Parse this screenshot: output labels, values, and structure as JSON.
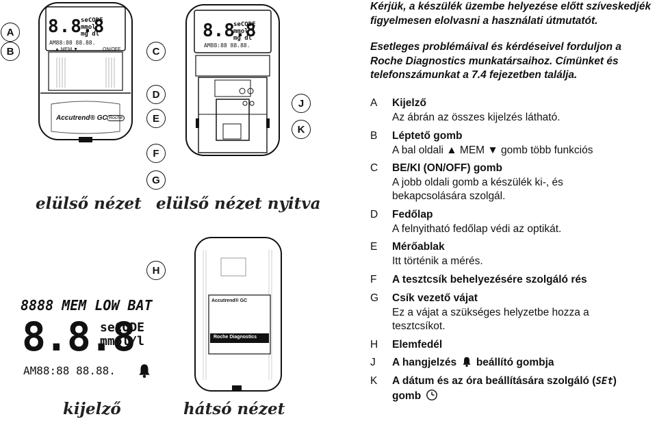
{
  "labels": {
    "A": "A",
    "B": "B",
    "C": "C",
    "D": "D",
    "E": "E",
    "F": "F",
    "G": "G",
    "H": "H",
    "J": "J",
    "K": "K"
  },
  "captions": {
    "front": "elülső nézet",
    "front_open": "elülső nézet nyitva",
    "display": "kijelző",
    "back": "hátsó nézet"
  },
  "device": {
    "lcd_digits": "8.8.8",
    "lcd_code": "seCODE",
    "lcd_unit1": "mmol l",
    "lcd_unit2": "mg dl",
    "lcd_time": "AM88:88 88.88.",
    "btn_mem": "▲ MEM ▼",
    "btn_onoff": "ON/OFF",
    "brand": "Accutrend® GC",
    "roche": "Roche"
  },
  "display_detail": {
    "top": "8888 MEM LOW BAT",
    "code": "seCODE",
    "digits": "8.8.8",
    "unit": "mmol/l",
    "time": "AM88:88 88.88."
  },
  "back_labels": {
    "label1": "Accutrend® GC",
    "label2": "Roche Diagnostics"
  },
  "intro": {
    "p1": "Kérjük, a készülék üzembe helyezése előtt szíveskedjék figyelmesen elolvasni a használati útmutatót.",
    "p2": "Esetleges problémáival és kérdéseivel forduljon a Roche Diagnostics munkatársaihoz. Címünket és telefonszámunkat a 7.4 fejezetben találja."
  },
  "items": [
    {
      "letter": "A",
      "title": "Kijelző",
      "desc": "Az ábrán az összes kijelzés látható."
    },
    {
      "letter": "B",
      "title": "Léptető gomb",
      "desc": "A bal oldali ▲ MEM ▼ gomb több funkciós"
    },
    {
      "letter": "C",
      "title": "BE/KI (ON/OFF) gomb",
      "desc": "A jobb oldali gomb a készülék ki-, és bekapcsolására szolgál."
    },
    {
      "letter": "D",
      "title": "Fedőlap",
      "desc": "A felnyitható fedőlap védi az optikát."
    },
    {
      "letter": "E",
      "title": "Mérőablak",
      "desc": "Itt történik a mérés."
    },
    {
      "letter": "F",
      "title": "A tesztcsík behelyezésére szolgáló rés",
      "desc": ""
    },
    {
      "letter": "G",
      "title": "Csík vezető vájat",
      "desc": "Ez a vájat a szükséges helyzetbe hozza a tesztcsíkot."
    },
    {
      "letter": "H",
      "title": "Elemfedél",
      "desc": ""
    },
    {
      "letter": "J",
      "title_a": "A hangjelzés",
      "title_b": "beállító gombja",
      "desc": ""
    },
    {
      "letter": "K",
      "title_a": "A dátum és az óra beállítására szolgáló (",
      "set_glyph": "SEt",
      "title_b": ")",
      "title_c": "gomb",
      "desc": ""
    }
  ]
}
